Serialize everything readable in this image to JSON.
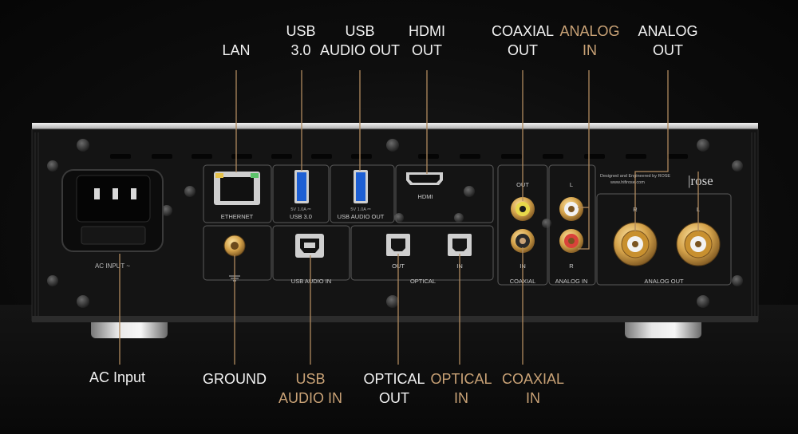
{
  "colors": {
    "white_label": "#f2f2f2",
    "gold_label": "#c9a276",
    "leader_line": "#b08a5f",
    "panel": "#131313",
    "silver": "#cfcfcf",
    "gold_connector": "#d4a24a"
  },
  "callouts_top": [
    {
      "id": "lan",
      "lines": [
        "LAN"
      ],
      "accent": false
    },
    {
      "id": "usb30",
      "lines": [
        "USB",
        "3.0"
      ],
      "accent": false
    },
    {
      "id": "usb-audio-out",
      "lines": [
        "USB",
        "AUDIO OUT"
      ],
      "accent": false
    },
    {
      "id": "hdmi-out",
      "lines": [
        "HDMI",
        "OUT"
      ],
      "accent": false
    },
    {
      "id": "coaxial-out",
      "lines": [
        "COAXIAL",
        "OUT"
      ],
      "accent": false
    },
    {
      "id": "analog-in",
      "lines": [
        "ANALOG",
        "IN"
      ],
      "accent": true
    },
    {
      "id": "analog-out",
      "lines": [
        "ANALOG",
        "OUT"
      ],
      "accent": false
    }
  ],
  "callouts_bottom": [
    {
      "id": "ac-input",
      "lines": [
        "AC Input"
      ],
      "accent": false
    },
    {
      "id": "ground",
      "lines": [
        "GROUND"
      ],
      "accent": false
    },
    {
      "id": "usb-audio-in",
      "lines": [
        "USB",
        "AUDIO IN"
      ],
      "accent": true
    },
    {
      "id": "optical-out",
      "lines": [
        "OPTICAL",
        "OUT"
      ],
      "accent": false
    },
    {
      "id": "optical-in",
      "lines": [
        "OPTICAL",
        "IN"
      ],
      "accent": true
    },
    {
      "id": "coaxial-in",
      "lines": [
        "COAXIAL",
        "IN"
      ],
      "accent": true
    }
  ],
  "panel_text": {
    "ac_input": "AC INPUT ~",
    "ethernet": "ETHERNET",
    "usb30": "USB 3.0",
    "usb30_rating": "5V 1.0A ⎓",
    "usb_audio_out": "USB AUDIO OUT",
    "usb_audio_out_rating": "5V 1.0A ⎓",
    "hdmi": "HDMI",
    "usb_audio_in": "USB AUDIO IN",
    "optical": "OPTICAL",
    "optical_out": "OUT",
    "optical_in": "IN",
    "coaxial": "COAXIAL",
    "coax_out": "OUT",
    "coax_in": "IN",
    "analog_in": "ANALOG IN",
    "analog_in_l": "L",
    "analog_in_r": "R",
    "analog_out": "ANALOG OUT",
    "analog_out_r": "R",
    "analog_out_l": "L",
    "brand_line1": "Designed and Engineered by ROSE",
    "brand_line2": "www.hifirose.com",
    "logo": "|rose"
  }
}
